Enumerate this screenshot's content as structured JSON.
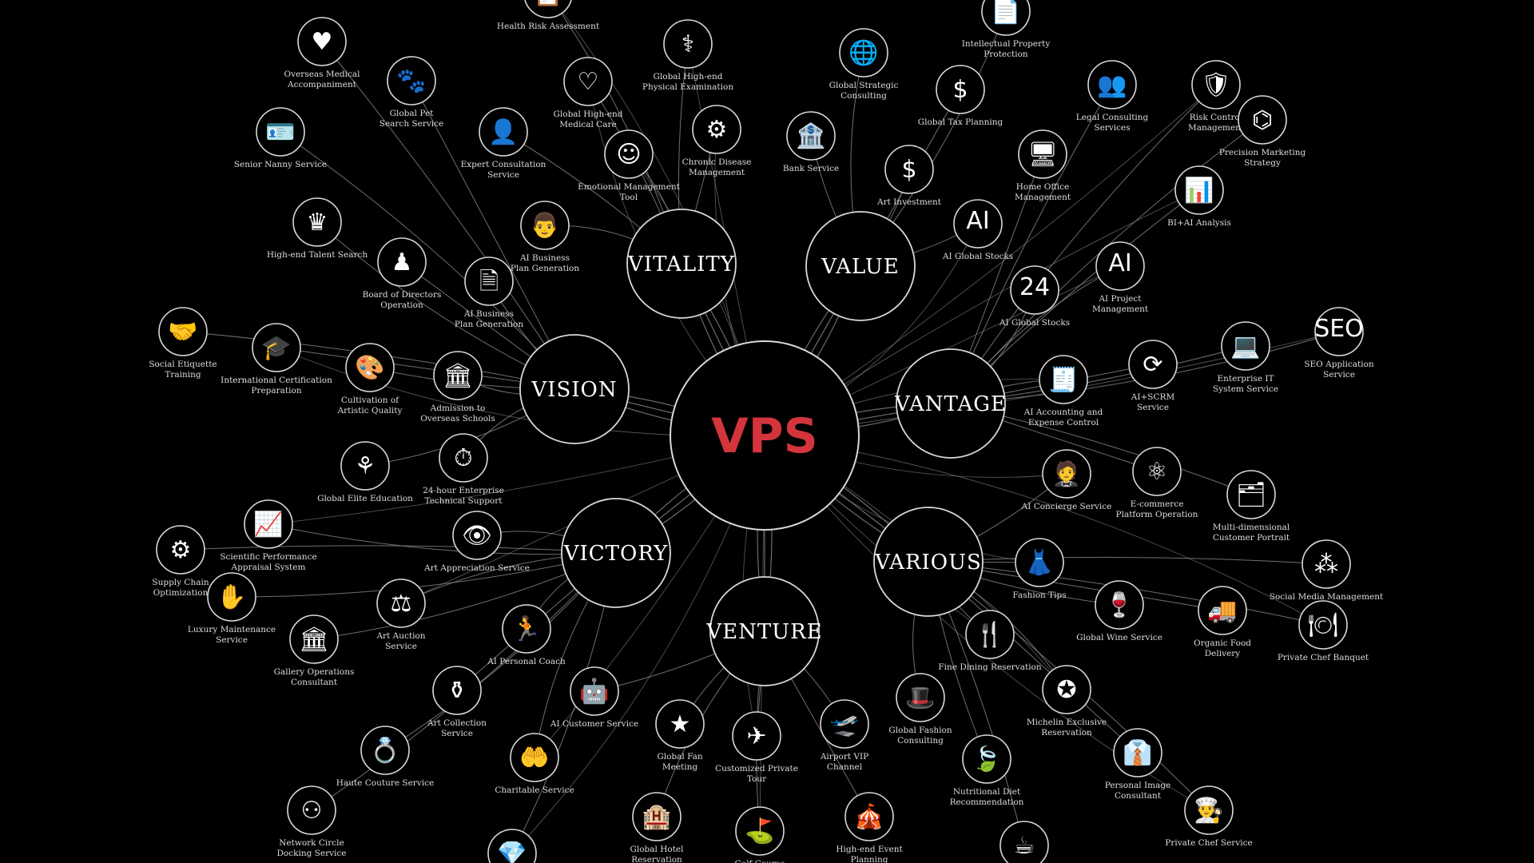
{
  "colors": {
    "background": "#000000",
    "stroke": "#d9d9d9",
    "line": "#8a8a8a",
    "accent": "#d4343c",
    "text": "#ffffff"
  },
  "center": {
    "label": "VPS",
    "color": "#d4343c"
  },
  "hubs": [
    {
      "id": "vitality",
      "label": "VITALITY"
    },
    {
      "id": "value",
      "label": "VALUE"
    },
    {
      "id": "vision",
      "label": "VISION"
    },
    {
      "id": "vantage",
      "label": "VANTAGE"
    },
    {
      "id": "victory",
      "label": "VICTORY"
    },
    {
      "id": "various",
      "label": "VARIOUS"
    },
    {
      "id": "venture",
      "label": "VENTURE"
    }
  ],
  "nodes": [
    {
      "id": "n01",
      "hub": "vitality",
      "label": [
        "Health Risk Assessment"
      ],
      "icon": "clipboard-icon",
      "glyph": "📋"
    },
    {
      "id": "n02",
      "hub": "vision",
      "label": [
        "Overseas Medical",
        "Accompaniment"
      ],
      "icon": "heart-hand-icon",
      "glyph": "♥"
    },
    {
      "id": "n03",
      "hub": "vision",
      "label": [
        "Global Pet",
        "Search Service"
      ],
      "icon": "pet-icon",
      "glyph": "🐾"
    },
    {
      "id": "n04",
      "hub": "vitality",
      "label": [
        "Global High-end",
        "Physical Examination"
      ],
      "icon": "doctor-icon",
      "glyph": "⚕"
    },
    {
      "id": "n05",
      "hub": "value",
      "label": [
        "Global Strategic",
        "Consulting"
      ],
      "icon": "globe-icon",
      "glyph": "🌐"
    },
    {
      "id": "n06",
      "hub": "value",
      "label": [
        "Intellectual Property",
        "Protection"
      ],
      "icon": "document-icon",
      "glyph": "📄"
    },
    {
      "id": "n07",
      "hub": "vitality",
      "label": [
        "Global High-end",
        "Medical Care"
      ],
      "icon": "heartbeat-icon",
      "glyph": "♡"
    },
    {
      "id": "n08",
      "hub": "value",
      "label": [
        "Global Tax Planning"
      ],
      "icon": "globe-dollar-icon",
      "glyph": "$"
    },
    {
      "id": "n09",
      "hub": "vantage",
      "label": [
        "Legal Consulting",
        "Services"
      ],
      "icon": "group-icon",
      "glyph": "👥"
    },
    {
      "id": "n10",
      "hub": "vantage",
      "label": [
        "Risk Control",
        "Management"
      ],
      "icon": "shield-doc-icon",
      "glyph": "🛡"
    },
    {
      "id": "n11",
      "hub": "vision",
      "label": [
        "Senior Nanny Service"
      ],
      "icon": "id-card-icon",
      "glyph": "🪪"
    },
    {
      "id": "n12",
      "hub": "vitality",
      "label": [
        "Expert Consultation",
        "Service"
      ],
      "icon": "expert-icon",
      "glyph": "👤"
    },
    {
      "id": "n13",
      "hub": "vitality",
      "label": [
        "Chronic Disease",
        "Management"
      ],
      "icon": "gear-icon",
      "glyph": "⚙"
    },
    {
      "id": "n14",
      "hub": "value",
      "label": [
        "Bank Service"
      ],
      "icon": "bank-icon",
      "glyph": "🏦"
    },
    {
      "id": "n15",
      "hub": "vantage",
      "label": [
        "Precision Marketing",
        "Strategy"
      ],
      "icon": "network-icon",
      "glyph": "⌬"
    },
    {
      "id": "n16",
      "hub": "vitality",
      "label": [
        "Emotional Management",
        "Tool"
      ],
      "icon": "faces-icon",
      "glyph": "☺"
    },
    {
      "id": "n17",
      "hub": "value",
      "label": [
        "Art Investment"
      ],
      "icon": "investor-icon",
      "glyph": "$"
    },
    {
      "id": "n18",
      "hub": "vantage",
      "label": [
        "Home Office",
        "Management"
      ],
      "icon": "desk-icon",
      "glyph": "🖥"
    },
    {
      "id": "n19",
      "hub": "vantage",
      "label": [
        "BI+AI Analysis"
      ],
      "icon": "analytics-icon",
      "glyph": "📊"
    },
    {
      "id": "n20",
      "hub": "vision",
      "label": [
        "High-end Talent Search"
      ],
      "icon": "talent-icon",
      "glyph": "♛"
    },
    {
      "id": "n21",
      "hub": "vitality",
      "label": [
        "AI Business",
        "Plan Generation"
      ],
      "icon": "presenter-icon",
      "glyph": "👨"
    },
    {
      "id": "n22",
      "hub": "value",
      "label": [
        "AI Global Stocks"
      ],
      "icon": "ai-chip-icon",
      "glyph": "AI"
    },
    {
      "id": "n23",
      "hub": "vision",
      "label": [
        "Board of Directors",
        "Operation"
      ],
      "icon": "board-icon",
      "glyph": "♟"
    },
    {
      "id": "n24",
      "hub": "vision",
      "label": [
        "AI Business",
        "Plan Generation"
      ],
      "icon": "ai-doc-icon",
      "glyph": "🗎"
    },
    {
      "id": "n25",
      "hub": "vantage",
      "label": [
        "AI Project",
        "Management"
      ],
      "icon": "ai-head-icon",
      "glyph": "AI"
    },
    {
      "id": "n26",
      "hub": "vantage",
      "label": [
        "AI Global Stocks"
      ],
      "icon": "24h-heart-icon",
      "glyph": "24"
    },
    {
      "id": "n27",
      "hub": "vision",
      "label": [
        "Social Etiquette",
        "Training"
      ],
      "icon": "etiquette-icon",
      "glyph": "🤝"
    },
    {
      "id": "n28",
      "hub": "vision",
      "label": [
        "International Certification",
        "Preparation"
      ],
      "icon": "graduation-cap-icon",
      "glyph": "🎓"
    },
    {
      "id": "n29",
      "hub": "vision",
      "label": [
        "Cultivation of",
        "Artistic Quality"
      ],
      "icon": "palette-icon",
      "glyph": "🎨"
    },
    {
      "id": "n30",
      "hub": "vision",
      "label": [
        "Admission to",
        "Overseas Schools"
      ],
      "icon": "school-icon",
      "glyph": "🏛"
    },
    {
      "id": "n31",
      "hub": "vantage",
      "label": [
        "SEO Application",
        "Service"
      ],
      "icon": "seo-icon",
      "glyph": "SEO"
    },
    {
      "id": "n32",
      "hub": "vantage",
      "label": [
        "Enterprise IT",
        "System Service"
      ],
      "icon": "monitor-icon",
      "glyph": "💻"
    },
    {
      "id": "n33",
      "hub": "vantage",
      "label": [
        "AI+SCRM",
        "Service"
      ],
      "icon": "scrm-icon",
      "glyph": "⟳"
    },
    {
      "id": "n34",
      "hub": "vantage",
      "label": [
        "AI Accounting and",
        "Expense Control"
      ],
      "icon": "invoice-icon",
      "glyph": "🧾"
    },
    {
      "id": "n35",
      "hub": "vision",
      "label": [
        "Global Elite Education"
      ],
      "icon": "elite-icon",
      "glyph": "⚘"
    },
    {
      "id": "n36",
      "hub": "vision",
      "label": [
        "24-hour Enterprise",
        "Technical Support"
      ],
      "icon": "clock-24-icon",
      "glyph": "⏱"
    },
    {
      "id": "n37",
      "hub": "various",
      "label": [
        "AI Concierge Service"
      ],
      "icon": "concierge-icon",
      "glyph": "🤵"
    },
    {
      "id": "n38",
      "hub": "vantage",
      "label": [
        "E-commerce",
        "Platform Operation"
      ],
      "icon": "ecommerce-icon",
      "glyph": "⚛"
    },
    {
      "id": "n39",
      "hub": "vantage",
      "label": [
        "Multi-dimensional",
        "Customer Portrait"
      ],
      "icon": "portrait-icon",
      "glyph": "🗂"
    },
    {
      "id": "n40",
      "hub": "victory",
      "label": [
        "Scientific Performance",
        "Appraisal System"
      ],
      "icon": "appraisal-icon",
      "glyph": "📈"
    },
    {
      "id": "n41",
      "hub": "victory",
      "label": [
        "Art Appreciation Service"
      ],
      "icon": "eye-icon",
      "glyph": "👁"
    },
    {
      "id": "n42",
      "hub": "victory",
      "label": [
        "Supply Chain",
        "Optimization"
      ],
      "icon": "supply-chain-icon",
      "glyph": "⚙"
    },
    {
      "id": "n43",
      "hub": "various",
      "label": [
        "Fashion Tips"
      ],
      "icon": "dress-icon",
      "glyph": "👗"
    },
    {
      "id": "n44",
      "hub": "various",
      "label": [
        "Social Media Management"
      ],
      "icon": "social-icon",
      "glyph": "⁂"
    },
    {
      "id": "n45",
      "hub": "victory",
      "label": [
        "Luxury Maintenance",
        "Service"
      ],
      "icon": "hand-care-icon",
      "glyph": "✋"
    },
    {
      "id": "n46",
      "hub": "victory",
      "label": [
        "Art Auction",
        "Service"
      ],
      "icon": "gavel-icon",
      "glyph": "⚖"
    },
    {
      "id": "n47",
      "hub": "various",
      "label": [
        "Global Wine Service"
      ],
      "icon": "wine-icon",
      "glyph": "🍷"
    },
    {
      "id": "n48",
      "hub": "various",
      "label": [
        "Organic Food",
        "Delivery"
      ],
      "icon": "truck-icon",
      "glyph": "🚚"
    },
    {
      "id": "n49",
      "hub": "various",
      "label": [
        "Private Chef Banquet"
      ],
      "icon": "cloche-icon",
      "glyph": "🍽"
    },
    {
      "id": "n50",
      "hub": "victory",
      "label": [
        "Gallery Operations",
        "Consultant"
      ],
      "icon": "gallery-icon",
      "glyph": "🏛"
    },
    {
      "id": "n51",
      "hub": "victory",
      "label": [
        "AI Personal Coach"
      ],
      "icon": "runner-icon",
      "glyph": "🏃"
    },
    {
      "id": "n52",
      "hub": "various",
      "label": [
        "Fine Dining Reservation"
      ],
      "icon": "cutlery-icon",
      "glyph": "🍴"
    },
    {
      "id": "n53",
      "hub": "victory",
      "label": [
        "Art Collection",
        "Service"
      ],
      "icon": "vase-icon",
      "glyph": "⚱"
    },
    {
      "id": "n54",
      "hub": "venture",
      "label": [
        "AI Customer Service"
      ],
      "icon": "robot-icon",
      "glyph": "🤖"
    },
    {
      "id": "n55",
      "hub": "various",
      "label": [
        "Michelin Exclusive",
        "Reservation"
      ],
      "icon": "michelin-icon",
      "glyph": "✪"
    },
    {
      "id": "n56",
      "hub": "various",
      "label": [
        "Global Fashion",
        "Consulting"
      ],
      "icon": "tuxedo-icon",
      "glyph": "🎩"
    },
    {
      "id": "n57",
      "hub": "venture",
      "label": [
        "Global Fan",
        "Meeting"
      ],
      "icon": "star-icon",
      "glyph": "★"
    },
    {
      "id": "n58",
      "hub": "venture",
      "label": [
        "Customized Private",
        "Tour"
      ],
      "icon": "plane-globe-icon",
      "glyph": "✈"
    },
    {
      "id": "n59",
      "hub": "venture",
      "label": [
        "Airport VIP",
        "Channel"
      ],
      "icon": "departure-icon",
      "glyph": "🛫"
    },
    {
      "id": "n60",
      "hub": "victory",
      "label": [
        "Haute Couture Service"
      ],
      "icon": "ring-icon",
      "glyph": "💍"
    },
    {
      "id": "n61",
      "hub": "victory",
      "label": [
        "Charitable Service"
      ],
      "icon": "charity-icon",
      "glyph": "🤲"
    },
    {
      "id": "n62",
      "hub": "various",
      "label": [
        "Nutritional Diet",
        "Recommendation"
      ],
      "icon": "leaf-icon",
      "glyph": "🍃"
    },
    {
      "id": "n63",
      "hub": "various",
      "label": [
        "Personal Image",
        "Consultant"
      ],
      "icon": "tie-icon",
      "glyph": "👔"
    },
    {
      "id": "n64",
      "hub": "various",
      "label": [
        "Private Chef Service"
      ],
      "icon": "chef-hat-icon",
      "glyph": "👨‍🍳"
    },
    {
      "id": "n65",
      "hub": "victory",
      "label": [
        "Network Circle",
        "Docking Service"
      ],
      "icon": "network-circle-icon",
      "glyph": "⚇"
    },
    {
      "id": "n66",
      "hub": "venture",
      "label": [
        "Global Hotel",
        "Reservation"
      ],
      "icon": "hotel-icon",
      "glyph": "🏨"
    },
    {
      "id": "n67",
      "hub": "venture",
      "label": [
        "Golf Course"
      ],
      "icon": "golf-icon",
      "glyph": "⛳"
    },
    {
      "id": "n68",
      "hub": "venture",
      "label": [
        "High-end Event",
        "Planning"
      ],
      "icon": "event-icon",
      "glyph": "🎪"
    },
    {
      "id": "n69",
      "hub": "various",
      "label": [],
      "icon": "coffee-icon",
      "glyph": "☕"
    },
    {
      "id": "n70",
      "hub": "victory",
      "label": [],
      "icon": "diamond-icon",
      "glyph": "💎"
    }
  ]
}
